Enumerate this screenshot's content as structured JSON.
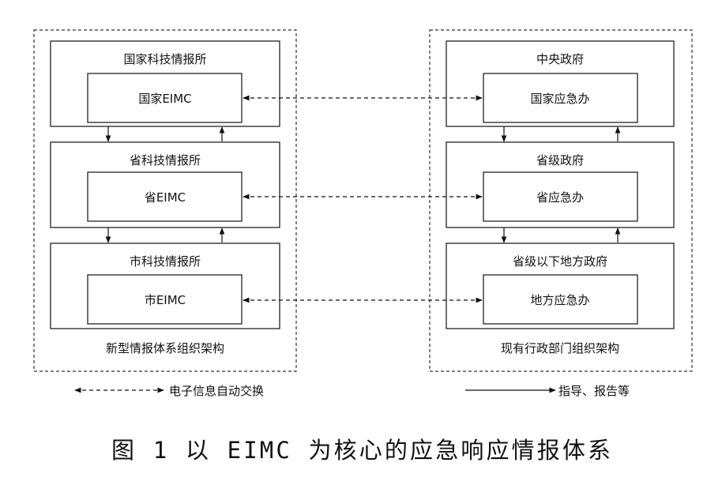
{
  "left": {
    "title": "新型情报体系组织架构",
    "levels": [
      {
        "outer": "国家科技情报所",
        "inner": "国家EIMC"
      },
      {
        "outer": "省科技情报所",
        "inner": "省EIMC"
      },
      {
        "outer": "市科技情报所",
        "inner": "市EIMC"
      }
    ]
  },
  "right": {
    "title": "现有行政部门组织架构",
    "levels": [
      {
        "outer": "中央政府",
        "inner": "国家应急办"
      },
      {
        "outer": "省级政府",
        "inner": "省应急办"
      },
      {
        "outer": "省级以下地方政府",
        "inner": "地方应急办"
      }
    ]
  },
  "legend": {
    "dashed": "电子信息自动交换",
    "solid": "指导、报告等"
  },
  "caption": "图 1 以 EIMC 为核心的应急响应情报体系"
}
